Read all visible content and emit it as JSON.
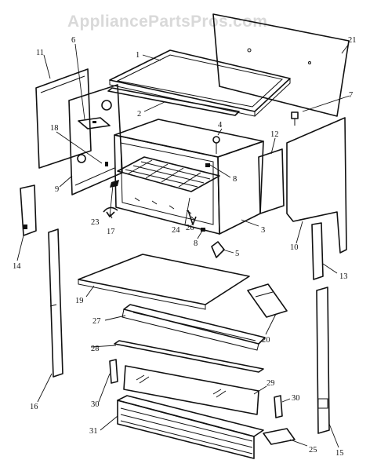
{
  "watermark": "AppliancePartsPros.com",
  "callouts": [
    {
      "id": "c1",
      "text": "1"
    },
    {
      "id": "c2",
      "text": "2"
    },
    {
      "id": "c3",
      "text": "3"
    },
    {
      "id": "c4",
      "text": "4"
    },
    {
      "id": "c5",
      "text": "5"
    },
    {
      "id": "c6",
      "text": "6"
    },
    {
      "id": "c7",
      "text": "7"
    },
    {
      "id": "c8a",
      "text": "8"
    },
    {
      "id": "c8b",
      "text": "8"
    },
    {
      "id": "c9",
      "text": "9"
    },
    {
      "id": "c10",
      "text": "10"
    },
    {
      "id": "c11",
      "text": "11"
    },
    {
      "id": "c12",
      "text": "12"
    },
    {
      "id": "c13",
      "text": "13"
    },
    {
      "id": "c14",
      "text": "14"
    },
    {
      "id": "c15",
      "text": "15"
    },
    {
      "id": "c16",
      "text": "16"
    },
    {
      "id": "c17",
      "text": "17"
    },
    {
      "id": "c18",
      "text": "18"
    },
    {
      "id": "c19",
      "text": "19"
    },
    {
      "id": "c20",
      "text": "20"
    },
    {
      "id": "c21",
      "text": "21"
    },
    {
      "id": "c23",
      "text": "23"
    },
    {
      "id": "c24",
      "text": "24"
    },
    {
      "id": "c25",
      "text": "25"
    },
    {
      "id": "c26",
      "text": "26"
    },
    {
      "id": "c27",
      "text": "27"
    },
    {
      "id": "c28",
      "text": "28"
    },
    {
      "id": "c29",
      "text": "29"
    },
    {
      "id": "c30a",
      "text": "30"
    },
    {
      "id": "c30b",
      "text": "30"
    },
    {
      "id": "c31",
      "text": "31"
    }
  ]
}
